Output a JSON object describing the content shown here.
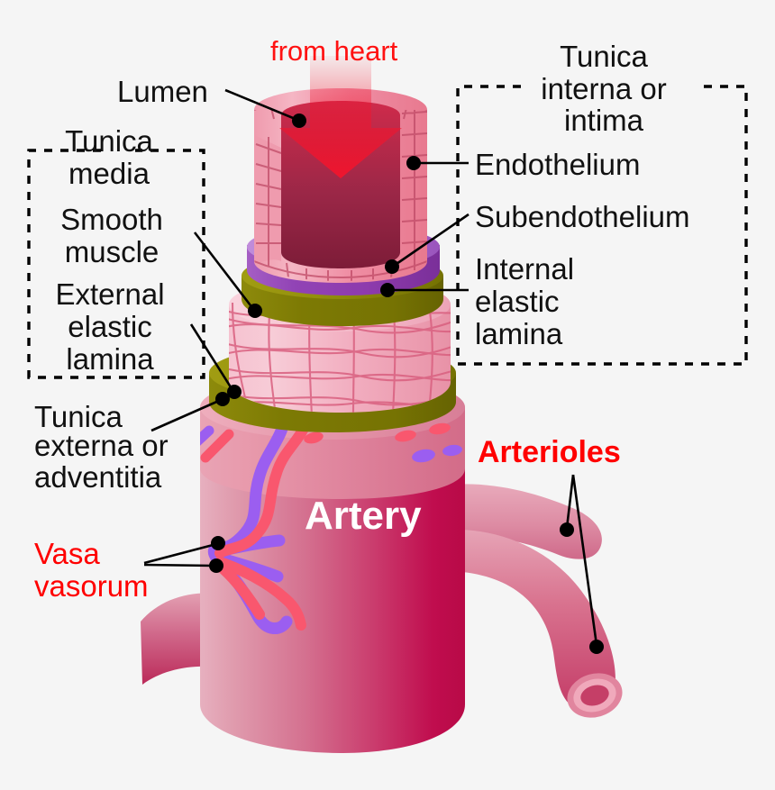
{
  "figure": {
    "title": "Artery structure diagram",
    "background_color": "#f5f5f5"
  },
  "labels": {
    "from_heart": "from heart",
    "lumen": "Lumen",
    "artery": "Artery",
    "arterioles": "Arterioles",
    "vasa_vasorum_line1": "Vasa",
    "vasa_vasorum_line2": "vasorum",
    "tunica_externa_line1": "Tunica",
    "tunica_externa_line2": "externa or",
    "tunica_externa_line3": "adventitia"
  },
  "left_box": {
    "header_line1": "Tunica",
    "header_line2": "media",
    "item1_line1": "Smooth",
    "item1_line2": "muscle",
    "item2_line1": "External",
    "item2_line2": "elastic",
    "item2_line3": "lamina"
  },
  "right_box": {
    "header_line1": "Tunica",
    "header_line2": "interna or",
    "header_line3": "intima",
    "item1": "Endothelium",
    "item2": "Subendothelium",
    "item3_line1": "Internal",
    "item3_line2": "elastic",
    "item3_line3": "lamina"
  },
  "colors": {
    "background": "#f5f5f5",
    "label_text": "#111111",
    "accent_red": "#ff0000",
    "blood_flow_arrow": "#f0152e",
    "lumen_blood": "#8e2344",
    "endothelium_cell": "#f08ca0",
    "subendothelium_purple": "#8e3bad",
    "elastic_lamina_olive": "#7d7a04",
    "smooth_muscle_pink": "#f4aec0",
    "adventitia_pink": "#e4889f",
    "artery_body_pink": "#d8597f",
    "vasa_vein_purple": "#9b5ef0",
    "vasa_artery_red": "#f9576e",
    "arteriole_pink": "#d9738f"
  }
}
